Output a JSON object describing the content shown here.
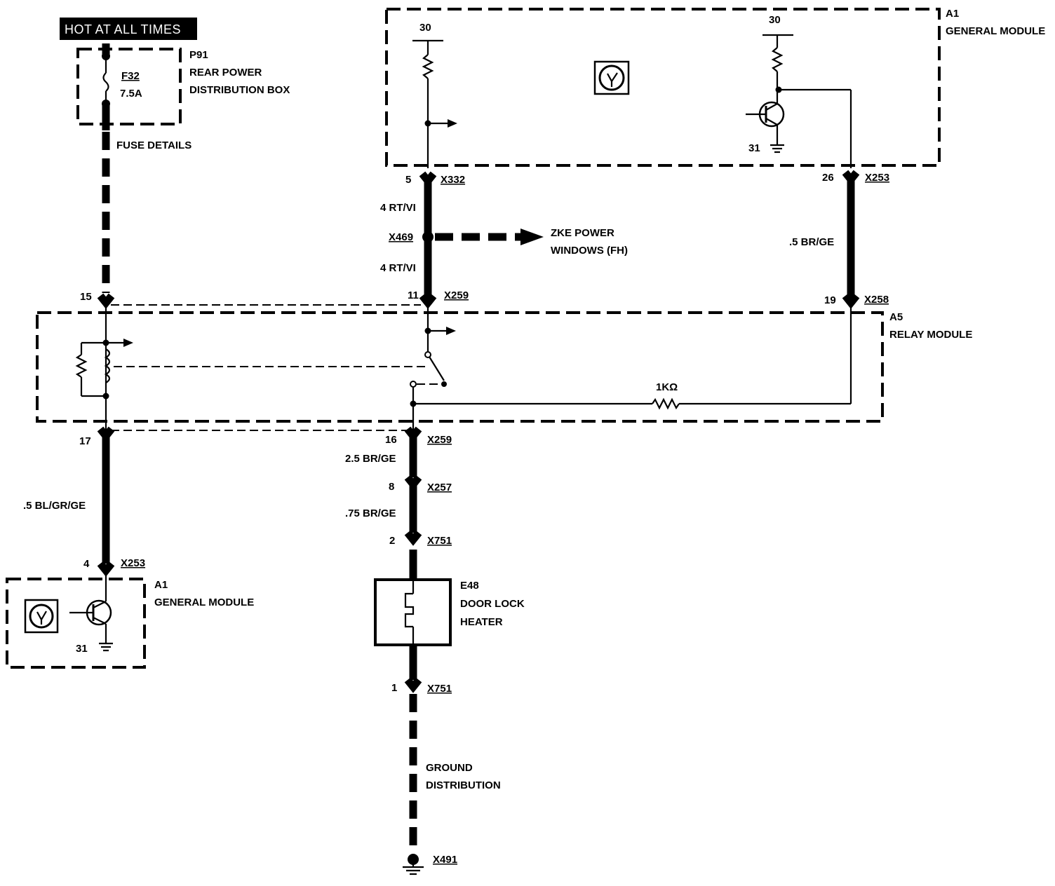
{
  "header": {
    "hot_at_all_times": "HOT AT ALL TIMES"
  },
  "p91": {
    "id": "P91",
    "line1": "REAR POWER",
    "line2": "DISTRIBUTION BOX",
    "fuse_id": "F32",
    "fuse_rating": "7.5A",
    "fuse_details": "FUSE DETAILS"
  },
  "a1_top": {
    "id": "A1",
    "name": "GENERAL MODULE",
    "pin30_left": "30",
    "pin30_right": "30",
    "pin31": "31"
  },
  "a1_bottom": {
    "id": "A1",
    "name": "GENERAL MODULE",
    "pin31": "31"
  },
  "a5": {
    "id": "A5",
    "name": "RELAY MODULE",
    "resistor": "1KΩ"
  },
  "e48": {
    "id": "E48",
    "line1": "DOOR LOCK",
    "line2": "HEATER"
  },
  "connectors": {
    "c5": {
      "pin": "5",
      "conn": "X332"
    },
    "c26": {
      "pin": "26",
      "conn": "X253"
    },
    "splice": {
      "conn": "X469"
    },
    "c15": {
      "pin": "15"
    },
    "c11": {
      "pin": "11",
      "conn": "X259"
    },
    "c19": {
      "pin": "19",
      "conn": "X258"
    },
    "c17": {
      "pin": "17"
    },
    "c16": {
      "pin": "16",
      "conn": "X259"
    },
    "c8": {
      "pin": "8",
      "conn": "X257"
    },
    "c2": {
      "pin": "2",
      "conn": "X751"
    },
    "c4": {
      "pin": "4",
      "conn": "X253"
    },
    "c1": {
      "pin": "1",
      "conn": "X751"
    },
    "ground": {
      "conn": "X491"
    }
  },
  "wires": {
    "w_rtvi_upper": "4 RT/VI",
    "w_rtvi_lower": "4 RT/VI",
    "w_brge_05": ".5 BR/GE",
    "w_brge_25": "2.5 BR/GE",
    "w_brge_075": ".75 BR/GE",
    "w_blgrge": ".5 BL/GR/GE"
  },
  "zke": {
    "line1": "ZKE POWER",
    "line2": "WINDOWS (FH)"
  },
  "ground_dist": {
    "line1": "GROUND",
    "line2": "DISTRIBUTION"
  }
}
